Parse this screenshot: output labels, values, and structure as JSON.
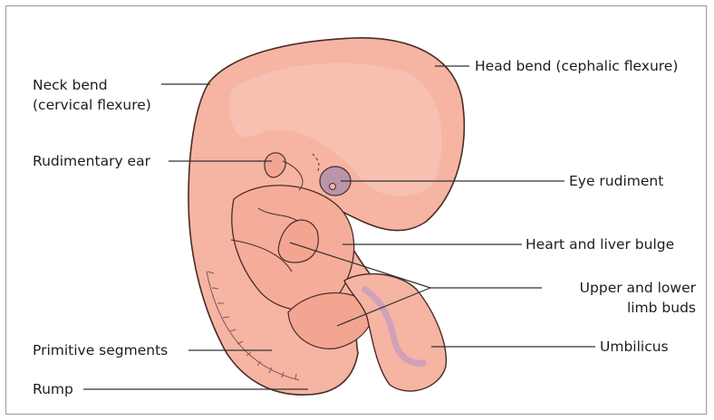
{
  "labels": {
    "neck_bend_1": "Neck bend",
    "neck_bend_2": "(cervical flexure)",
    "head_bend": "Head bend (cephalic flexure)",
    "rudimentary_ear": "Rudimentary ear",
    "eye_rudiment": "Eye rudiment",
    "heart_liver": "Heart and liver bulge",
    "limb_buds_1": "Upper and lower",
    "limb_buds_2": "limb buds",
    "primitive_segments": "Primitive segments",
    "umbilicus": "Umbilicus",
    "rump": "Rump"
  },
  "colors": {
    "skin": "#f6b4a2",
    "skin_light": "#f8c5b6",
    "skin_dark": "#e59a86",
    "outline": "#4a2c28",
    "eye": "#b995aa",
    "umbilicus": "#c49ac0",
    "leader": "#333333"
  }
}
